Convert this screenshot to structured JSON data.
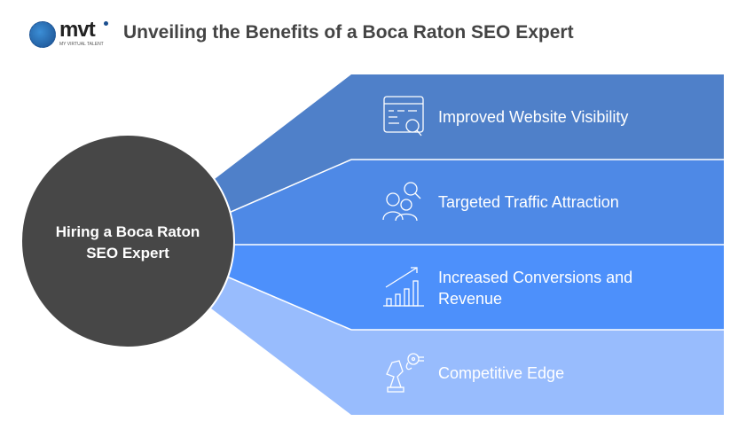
{
  "logo": {
    "brand": "mvt",
    "tagline": "MY VIRTUAL TALENT"
  },
  "title": "Unveiling the Benefits of a Boca Raton SEO Expert",
  "center": {
    "label": "Hiring a Boca Raton SEO Expert",
    "color": "#474747"
  },
  "benefits": [
    {
      "label": "Improved Website Visibility",
      "icon": "website-search-icon",
      "color": "#4f80c9"
    },
    {
      "label": "Targeted Traffic Attraction",
      "icon": "audience-search-icon",
      "color": "#4e89e6"
    },
    {
      "label": "Increased Conversions and Revenue",
      "icon": "growth-chart-icon",
      "color": "#4d90fb"
    },
    {
      "label": "Competitive Edge",
      "icon": "chess-knight-icon",
      "color": "#98bcfd"
    }
  ]
}
